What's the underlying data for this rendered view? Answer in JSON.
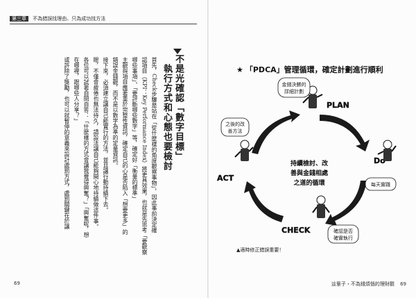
{
  "header": {
    "chapter_tag": "第三章",
    "chapter_title": "不為錯誤找理由、只為成功找方法"
  },
  "left_page": {
    "title_main": "不是光確認「數字目標」",
    "title_sub": "執行方式和心態也要檢討",
    "body_columns": [
      "首先，Check步驟是站在「從什麼樣的角度觀察事物」，因此事前決定確",
      "認項目（KPI：Key Performance Index）將更具效果，也就是先思考「要觀察",
      "哪些事項」、「要評斷哪些數字」等，確定好「衡量的標準」",
      "主觀與項目應著重於完整性資訊，確定自己的心是否陷入「想要更多」的",
      "錯誤金錢觀，而不是以數字為準的定量資訊。",
      "接下來，必須建立讓自己能實行的方法，並且讓行動持續下去。",
      "眼，不僅會疲倦也無法持久，請設法讓自己能夠開心地持續做這件事。",
      "各位可以試著自問自答：「什麼樣的方式會讓我覺得興奮？」「興奮呢，想",
      "在哪裡，跟哪些人分享？」",
      "或許除了獎勵，也可以就暫停的意義來設計處罰方式，處罰關鍵在於讓"
    ],
    "page_number": "69"
  },
  "right_page": {
    "diagram_title": "「PDCA」管理循環，確定計劃進行順利",
    "star": "★",
    "center_text_lines": [
      "持續檢討、改",
      "善與金錢相處",
      "之道的循環"
    ],
    "labels": {
      "plan": "PLAN",
      "do": "Do",
      "check": "CHECK",
      "act": "ACT"
    },
    "bubbles": {
      "plan": [
        "金錢決勝的",
        "詳細計劃"
      ],
      "act": [
        "之後的改",
        "善方法"
      ],
      "do": [
        "每天實踐"
      ],
      "check": [
        "確認是否",
        "確實執行"
      ]
    },
    "footnote": "▲適時修正錯誤重要！",
    "footer_text": "這輩子・不為錢煩惱的理財觀",
    "page_number": "69"
  }
}
